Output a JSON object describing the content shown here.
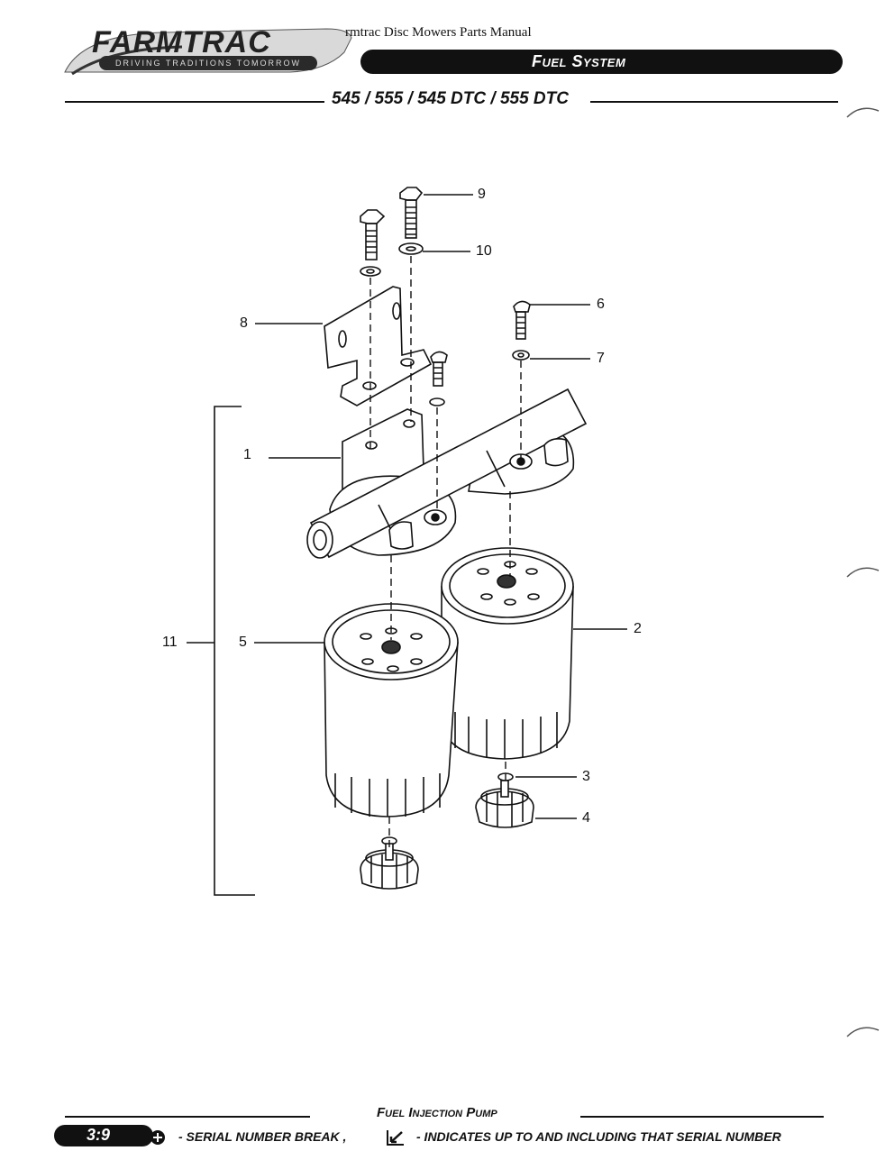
{
  "header": {
    "brand": "FARMTRAC",
    "tagline": "DRIVING TRADITIONS TOMORROW",
    "document_title": "rmtrac Disc Mowers Parts Manual",
    "section": "Fuel System",
    "models": "545 / 555 / 545 DTC / 555 DTC"
  },
  "diagram": {
    "callouts": {
      "c1": "1",
      "c2": "2",
      "c3": "3",
      "c4": "4",
      "c5": "5",
      "c6": "6",
      "c7": "7",
      "c8": "8",
      "c9": "9",
      "c10": "10",
      "c11": "11"
    }
  },
  "footer": {
    "title": "Fuel Injection Pump",
    "page": "3:9",
    "serial_break": "- SERIAL NUMBER BREAK ,",
    "up_to": "- INDICATES UP TO AND INCLUDING THAT SERIAL NUMBER"
  }
}
